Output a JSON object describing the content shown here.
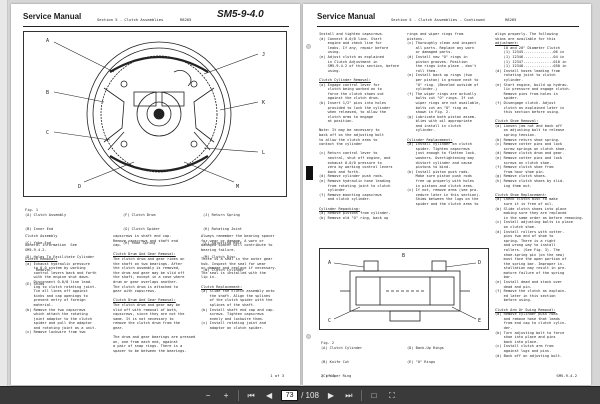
{
  "left_page": {
    "header": {
      "manual": "Service Manual",
      "section": "Section 5 - Clutch Assemblies",
      "doc_no": "R8265",
      "code": "SM5-9-4.0"
    },
    "figure": {
      "caption": "Fig. 1",
      "legend_col1": [
        "(A) Clutch Assembly",
        "(B) Inner End",
        "(C) Yoke End",
        "(D) Holes To Facilitate Cylinder",
        "     Removal",
        "(E) Shims"
      ],
      "legend_col2": [
        "(F) Clutch Drum",
        "(G) Clutch Spider",
        "(H) Shoe Spring"
      ],
      "legend_col3": [
        "(J) Return Spring",
        "(K) Rotating Joint",
        "(L) Adjusting Bolt",
        "(M) Clutch Disc",
        "(N) Clutch Cylinder"
      ]
    },
    "col1": [
      "Clutch Assembly",
      "",
      "General Information  See",
      "SM5-9-4.2.",
      "",
      "Clutch Removal:",
      "(a) Exhaust hydraulic pressure",
      "    to 0-0 system by working",
      "    control levers back and forth",
      "    with the engine shut down.",
      "    Disconnect 0-0/0 line lead-",
      "    ing to clutch rotating joint.",
      "    Tie all lines off against",
      "    kinks and cap openings to",
      "    prevent entry of foreign",
      "    material.",
      "(b) Remove the two capscrews",
      "    which attach the rotating",
      "    joint adaptor to the clutch",
      "    spider and pull the adaptor",
      "    and rotating joint as a unit.",
      "(c) Remove lockwire from two"
    ],
    "col2": [
      "capscrews in shaft end cap.",
      "Remove capscrews and shaft end",
      "cap.",
      "",
      "Clutch Drum And Gear Removal:",
      "The clutch drum and gear rides on",
      "the shaft on two bearings. After",
      "the clutch assembly is removed,",
      "the drum and gear may be slid off",
      "the shaft, except in a case where",
      "drum or gear overlaps another.",
      "The clutch drum is attached to",
      "gear with capscrews.",
      "",
      "Clutch Drum And Gear Removal:",
      "The clutch drum and gear may be",
      "slid off with removal of both,",
      "capscrews, since they are not the",
      "same. It is not necessary to",
      "remove the clutch drum from the",
      "gear.",
      "",
      "The drum and gear bearings are pressed",
      "on, one from each end, against",
      "a pair of snap rings. There is a",
      "spacer to be between the bearings."
    ],
    "col3": [
      "Always remember the bearing spacer",
      "for wear or damage. A worn or",
      "damaged spacer will contribute to",
      "bearing failure.",
      "",
      "There is a seal in the outer gear",
      "hub. Inspect the seal for wear",
      "or damage and replace if necessary.",
      "The seal is installed with the",
      "lip in.",
      "",
      "Clutch Replacement:",
      "(a) Slide the clutch assembly onto",
      "    the shaft. Align the splines",
      "    of the clutch spider with the",
      "    splines of the shaft.",
      "(b) Install shaft end cap and cap-",
      "    screws. Tighten capscrews",
      "    evenly and lockwire them.",
      "(c) Install rotating joint and",
      "    adaptor on clutch spider."
    ],
    "page_no": "1 of 3"
  },
  "right_page": {
    "header": {
      "manual": "Service Manual",
      "section": "Section 5 - Clutch Assemblies - Continued",
      "doc_no": "R8265"
    },
    "col1": [
      "Install and tighten capscrews.",
      "(d) Connect 0-0/0 line. Start",
      "    engine and check line for",
      "    leaks. If any, repair before",
      "    using.",
      "(e) Adjust clutch as explained",
      "    in Clutch Adjustment in",
      "    SM5-9-4.2 of this section, before",
      "    using.",
      "",
      "Clutch Cylinder Removal:",
      "(a) Engage control lever for",
      "    clutch being worked on to",
      "    force the clutch shoes out",
      "    against the clutch drum.",
      "(b) Insert 1/2\" pins into holes",
      "    provided to lock the cylinder",
      "    when released, to allow the",
      "    clutch arms to engage",
      "    at position.",
      "",
      "Note: It may be necessary to",
      "back off on the adjusting bolt",
      "to allow the clutch arms to",
      "contact the cylinder",
      "",
      "(c) Return control lever to",
      "    neutral, shut off engine, and",
      "    exhaust 0-0/0 pressure to",
      "    zero by working control levers",
      "    back and forth.",
      "(d) Remove cylinder push rods.",
      "(e) Remove hydraulic hose leading",
      "    from rotating joint to clutch",
      "    cylinder.",
      "(f) Remove mounting capscrews",
      "    and clutch cylinder.",
      "",
      "Cylinder Repacking:",
      "(a) Remove pistons from cylinder.",
      "(b) Remove old \"O\" ring, back up"
    ],
    "col2": [
      "rings and wiper rings from",
      "pistons.",
      "(c) Thoroughly clean and inspect",
      "    all parts. Replace any worn",
      "    or damaged parts.",
      "(d) Install new \"O\" rings in",
      "    piston grooves. Position",
      "    the rings into place - don't",
      "    roll them.",
      "(e) Install back up rings (two",
      "    per piston) in groove next to",
      "    \"O\" ring. (Beveled outside of",
      "    cylinder.)",
      "(f) The wiper rings are actually",
      "    bolts cut \"O\" rings. If cut",
      "    wiper rings are not available,",
      "    bolts cut an \"O\" ring as",
      "    shown in Fig. 2.",
      "(g) Lubricate both piston assem-",
      "    blies with oil appropriate",
      "    and install in clutch",
      "    cylinder.",
      "",
      "Cylinder Replacement:",
      "(a) Install cylinder on clutch",
      "    spider. Tighten capscrews",
      "    just enough to flatten lock-",
      "    washers. Overtightening may",
      "    distort cylinder and cause",
      "    pistons to bind.",
      "(b) Install piston push rods.",
      "    Make sure piston push rods",
      "    free up properly with holes",
      "    in pistons and clutch arms.",
      "(c) If not, remove arms (see pro-",
      "    cedure later in this section).",
      "    Shims between the lugs on the",
      "    spider and the clutch arms to"
    ],
    "col3": [
      "align properly. The following",
      "shims are available for this",
      "adjustment:",
      "    10 and 20\" Diameter Clutch",
      "    (1) 12345..............06 in",
      "    (1) 12346..............04 in",
      "    (1) 12347..............010 in",
      "    (1) 12348..............050 in",
      "(d) Install hoses leading from",
      "    rotating joint to clutch",
      "    cylinder.",
      "(e) Start engine, build up hydrau-",
      "    lic pressure and engage clutch.",
      "    Remove pins from holes in",
      "    spider.",
      "(f) Disengage clutch. Adjust",
      "    clutch as explained later in",
      "    this section before using.",
      "",
      "Clutch Shoe Removal:",
      "(a) Loosen jam nut and back off",
      "    on adjusting bolt to release",
      "    spring tension.",
      "(b) Remove return shoe spring.",
      "(c) Remove cotter pins and lock",
      "    screw springs on clutch shoe.",
      "(d) Remove clutch drum and gear.",
      "(e) Remove cotter pins and lock",
      "    screws on clutch shoe.",
      "(f) Remove clutch shoe from",
      "    from hour shoe pin.",
      "(g) Remove clutch shoes.",
      "(h) Remove clutch shoes by slid-",
      "    ing them out.",
      "",
      "Clutch Shoe Replacement:",
      "(a) Check clutch disc to make",
      "    sure it is free of oil.",
      "(b) Slide clutch shoes into place",
      "    making sure they are replaced",
      "    in the same order as before removing.",
      "(c) Install adjusting bolts in place",
      "    on clutch shoe.",
      "(d) Install rollers with cotter-",
      "    pins two end of shoe to",
      "    spring. There is a right",
      "    and wrong way to install",
      "    rollers. (See Fig. 3). The",
      "    shoe-spring pin (on the new)",
      "    must face the open portion of",
      "    the spring bar. Improper in-",
      "    stallation may result in pre-",
      "    mature failure of the spring",
      "    bar.",
      "(e) Install dead and stack over",
      "    dead and pin.",
      "(f) Remove the clutch as explain-",
      "    ed later in this section",
      "    before using.",
      "",
      "Clutch Arm Or Swing Removal:",
      "(a) Remove cylinder push rods",
      "    and remove hose that leads",
      "    from end cap to clutch cylin-",
      "    der.",
      "(b) Turn adjusting bolt to force",
      "    shoe into place and pins",
      "    back into place.",
      "(c) Install clutch arm from",
      "    against lugs and pins.",
      "(d) Back off on adjusting bolt."
    ],
    "figure": {
      "caption": "Fig. 2",
      "legend_col1": [
        "(A) Clutch Cylinder",
        "(B) Knife Cut",
        "(C) Wiper Ring"
      ],
      "legend_col2": [
        "(D) Back-Up Rings",
        "(E) \"O\" Rings"
      ]
    },
    "page_no_left": "2 of 3",
    "page_no_right": "SM5-9-4.2"
  },
  "toolbar": {
    "current_page": "73",
    "total_pages": "/ 108",
    "icons": [
      "zoom-out-icon",
      "zoom-in-icon",
      "first-page-icon",
      "prev-page-icon",
      "next-page-icon",
      "last-page-icon",
      "fit-page-icon",
      "fullscreen-icon"
    ]
  }
}
